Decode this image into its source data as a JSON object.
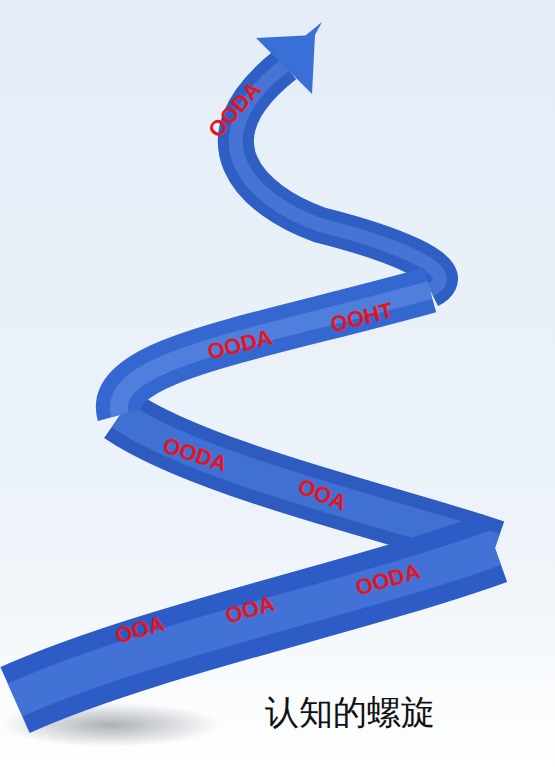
{
  "diagram": {
    "caption": "认知的螺旋",
    "labels": [
      "OODA",
      "OODA",
      "OOHT",
      "OODA",
      "OOA",
      "OODA",
      "OOA",
      "OOA"
    ]
  }
}
